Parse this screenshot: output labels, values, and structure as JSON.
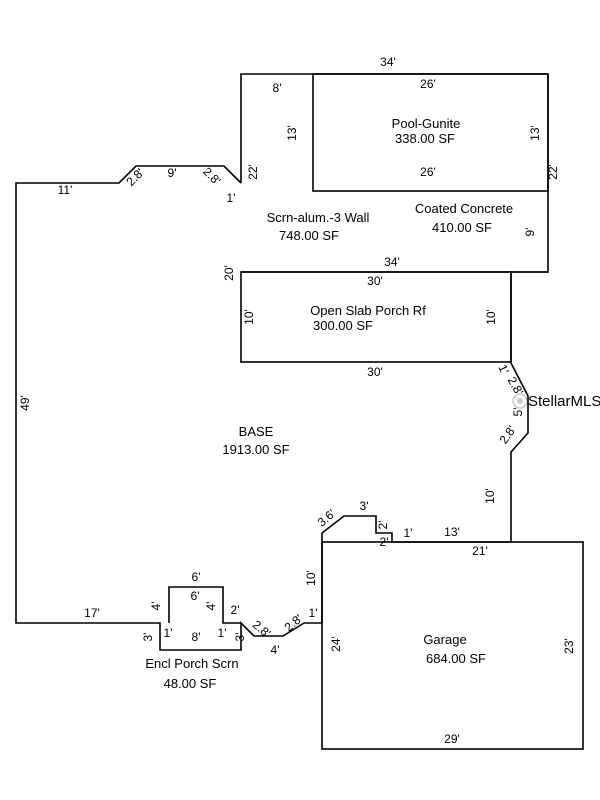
{
  "areas": {
    "pool": {
      "name": "Pool-Gunite",
      "area": "338.00 SF"
    },
    "screen": {
      "name": "Scrn-alum.-3 Wall",
      "area": "748.00 SF"
    },
    "coated": {
      "name": "Coated Concrete",
      "area": "410.00 SF"
    },
    "porch": {
      "name": "Open Slab Porch Rf",
      "area": "300.00 SF"
    },
    "base": {
      "name": "BASE",
      "area": "1913.00 SF"
    },
    "garage": {
      "name": "Garage",
      "area": "684.00 SF"
    },
    "encl": {
      "name": "Encl Porch Scrn",
      "area": "48.00 SF"
    }
  },
  "dims": {
    "d34": "34'",
    "d26": "26'",
    "d8": "8'",
    "d13": "13'",
    "d22": "22'",
    "d1": "1'",
    "d11": "11'",
    "d28": "2.8'",
    "d9": "9'",
    "d20": "20'",
    "d30": "30'",
    "d10": "10'",
    "d5": "5'",
    "d49": "49'",
    "d36": "3.6'",
    "d3": "3'",
    "d2": "2'",
    "d21": "21'",
    "d6": "6'",
    "d4": "4'",
    "d17": "17'",
    "d24": "24'",
    "d23": "23'",
    "d29": "29'"
  },
  "watermark": "StellarMLS"
}
